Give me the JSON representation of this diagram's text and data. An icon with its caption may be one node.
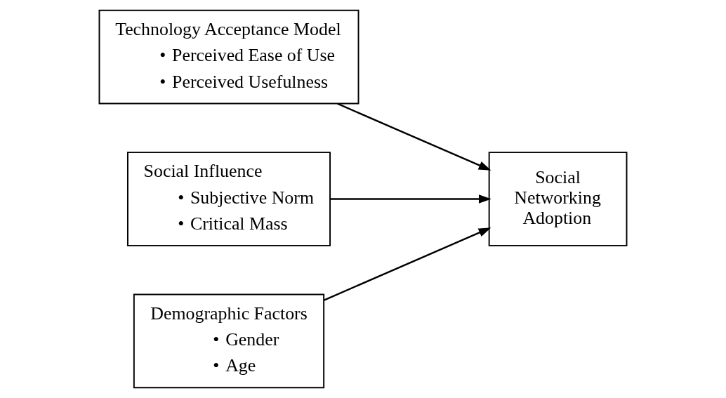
{
  "diagram": {
    "nodes": [
      {
        "text": [
          "Technology Acceptance Model",
          "•",
          "Perceived Ease of Use",
          "•",
          "Perceived Usefulness"
        ]
      },
      {
        "text": [
          "Social Influence",
          "•",
          "Subjective Norm",
          "•",
          "Critical Mass"
        ]
      },
      {
        "text": [
          "Demographic Factors",
          "•",
          "Gender",
          "•",
          "Age"
        ]
      },
      {
        "text": [
          "Social Networking Adoption"
        ]
      }
    ],
    "edges": [
      {
        "from": 0,
        "to": 3,
        "arrow": "to"
      },
      {
        "from": 1,
        "to": 3,
        "arrow": "to"
      },
      {
        "from": 2,
        "to": 3,
        "arrow": "to"
      }
    ]
  }
}
